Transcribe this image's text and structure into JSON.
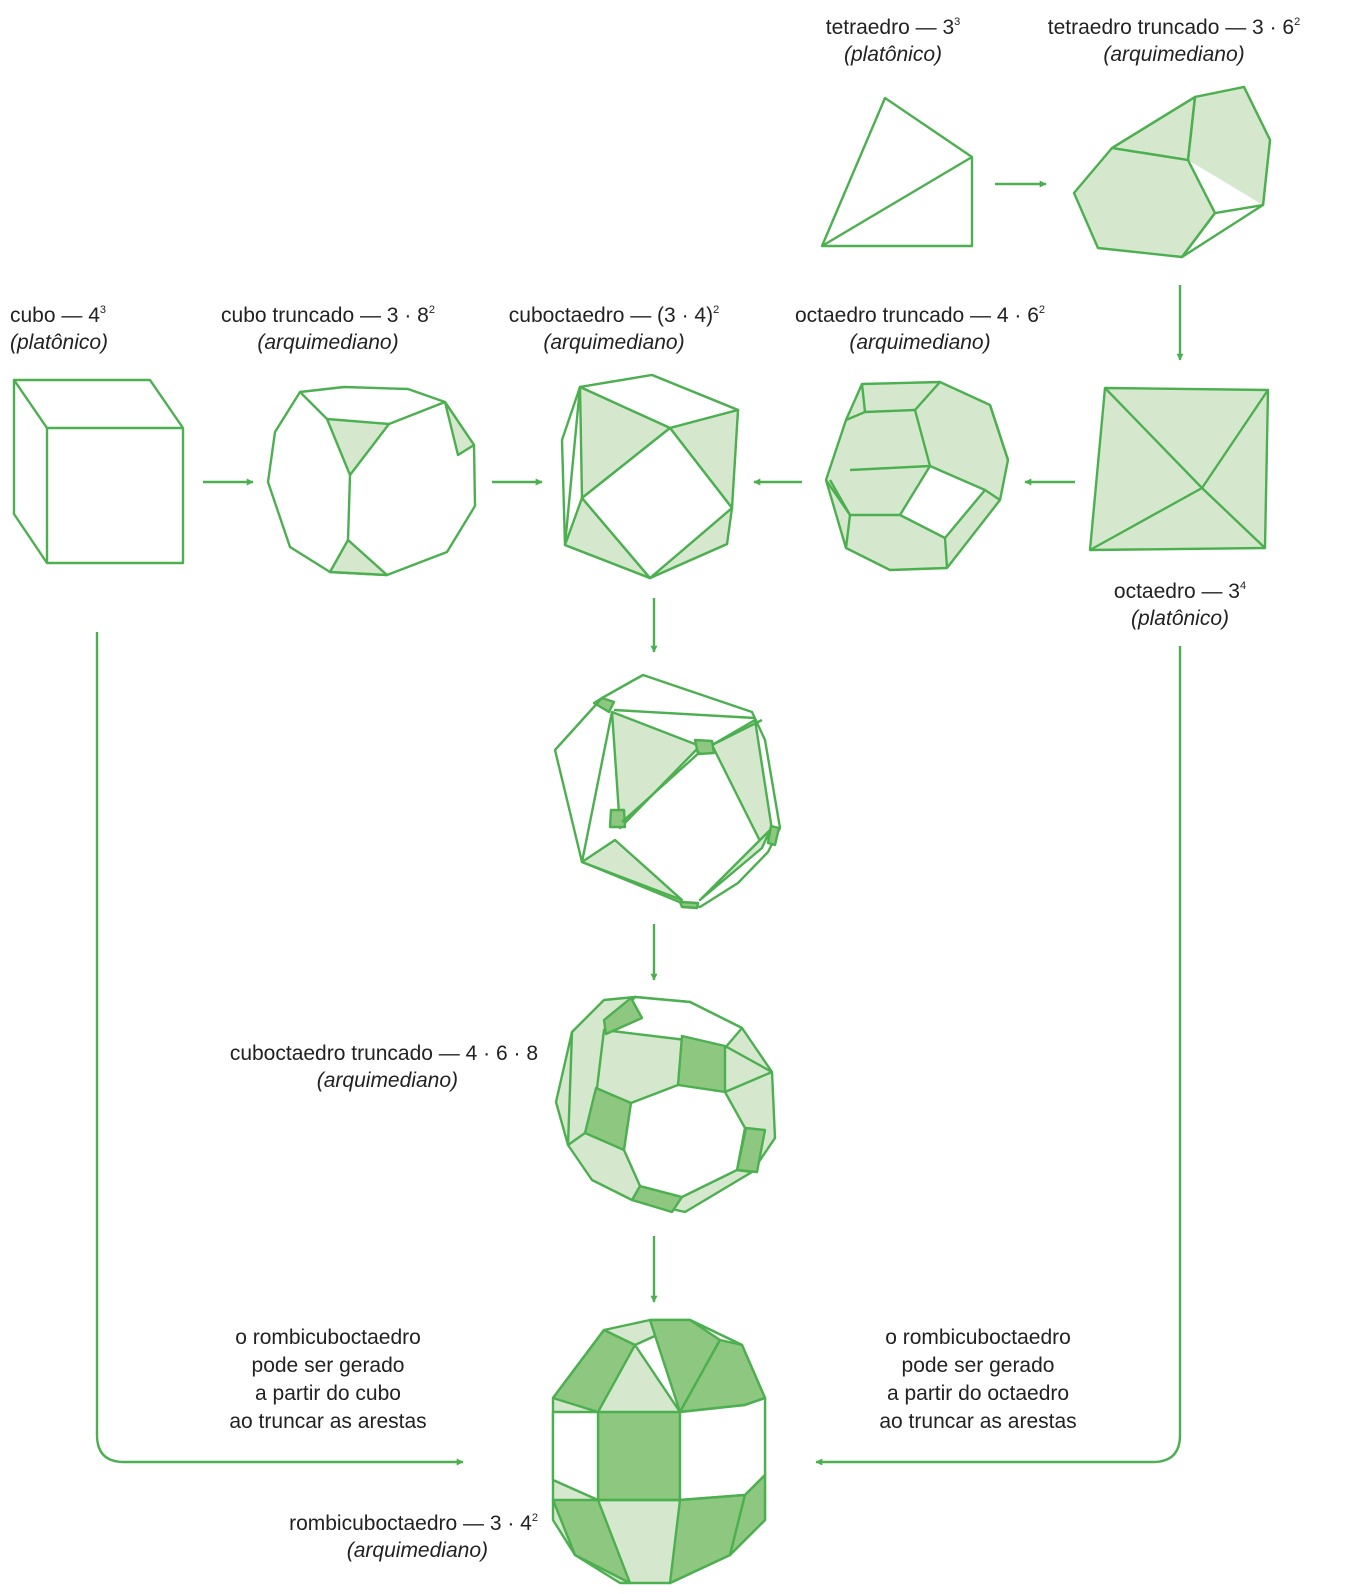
{
  "colors": {
    "stroke": "#4caf50",
    "light_fill": "#d5e8cd",
    "dark_fill": "#8ec77f",
    "text": "#222222"
  },
  "solids": {
    "tetraedro": {
      "name": "tetraedro — 3",
      "exp": "3",
      "type": "(platônico)"
    },
    "tetraedro_truncado": {
      "name": "tetraedro truncado — 3 · 6",
      "exp": "2",
      "type": "(arquimediano)"
    },
    "cubo": {
      "name": "cubo — 4",
      "exp": "3",
      "type": "(platônico)"
    },
    "cubo_truncado": {
      "name": "cubo truncado — 3 · 8",
      "exp": "2",
      "type": "(arquimediano)"
    },
    "cuboctaedro": {
      "name": "cuboctaedro — (3 · 4)",
      "exp": "2",
      "type": "(arquimediano)"
    },
    "octaedro_truncado": {
      "name": "octaedro truncado — 4 · 6",
      "exp": "2",
      "type": "(arquimediano)"
    },
    "octaedro": {
      "name": "octaedro — 3",
      "exp": "4",
      "type": "(platônico)"
    },
    "cuboctaedro_truncado": {
      "name": "cuboctaedro truncado — 4 · 6 · 8",
      "exp": "",
      "type": "(arquimediano)"
    },
    "rombicuboctaedro": {
      "name": "rombicuboctaedro — 3 · 4",
      "exp": "2",
      "type": "(arquimediano)"
    }
  },
  "notes": {
    "left": [
      "o rombicuboctaedro",
      "pode ser gerado",
      "a partir do cubo",
      "ao truncar as arestas"
    ],
    "right": [
      "o rombicuboctaedro",
      "pode ser gerado",
      "a partir do octaedro",
      "ao truncar as arestas"
    ]
  }
}
